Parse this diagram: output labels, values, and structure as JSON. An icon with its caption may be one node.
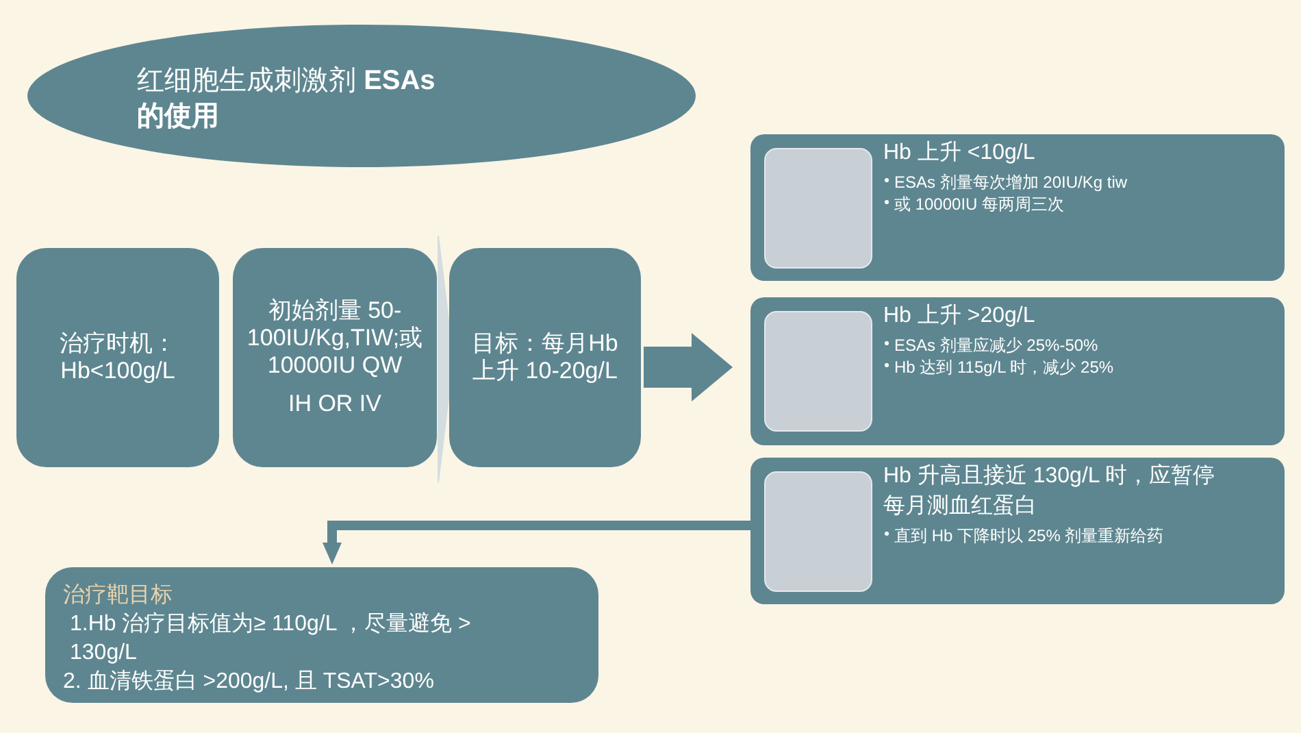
{
  "diagram": {
    "nodes": [
      {
        "text": [
          "红细胞生成刺激剂 **ESAs的使用**"
        ]
      },
      {
        "text": [
          "治疗时机：Hb<100g/L"
        ]
      },
      {
        "text": [
          "初始剂量 50-100IU/Kg,TIW;或 10000IU QW",
          "IH OR IV"
        ]
      },
      {
        "text": [
          "目标：每月Hb 上升 10-20g/L"
        ]
      },
      {
        "text": [
          "Hb 上升 <10g/L",
          "ESAs 剂量每次增加 20IU/Kg  tiw",
          "或 10000IU  每两周三次"
        ]
      },
      {
        "text": [],
        "shape": "box",
        "in": 4
      },
      {
        "text": [
          "Hb 上升 >20g/L",
          "ESAs 剂量应减少 25%-50%",
          "Hb 达到 115g/L 时，减少 25%"
        ]
      },
      {
        "text": [],
        "shape": "box",
        "in": 6
      },
      {
        "text": [
          "Hb 升高且接近 130g/L 时，应暂停每月测血红蛋白",
          "直到 Hb 下降时以 25% 剂量重新给药"
        ]
      },
      {
        "text": [],
        "shape": "box",
        "in": 8
      },
      {
        "text": [
          "治疗靶目标",
          "1.Hb 治疗目标值为≥ 110g/L ，尽量避免 > 130g/L",
          "2. 血清铁蛋白 >200g/L, 且 TSAT>30%"
        ]
      }
    ],
    "edges": [
      {
        "from": 2,
        "to": 3,
        "arrow": "to",
        "color": "#d3dde0"
      },
      {
        "from": 3,
        "to": 6,
        "arrow": "to",
        "style": "thick"
      },
      {
        "from": 8,
        "to": 10,
        "arrow": "to"
      }
    ]
  }
}
